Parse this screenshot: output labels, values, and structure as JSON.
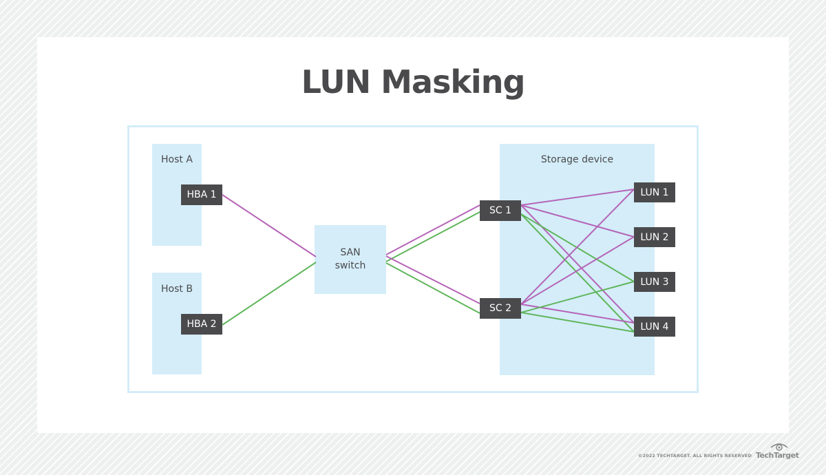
{
  "title": "LUN Masking",
  "colors": {
    "host_path_a": "#b564b7",
    "host_path_b": "#5fb55a",
    "container_fill": "#d4edf9",
    "node_fill": "#4a4a4c"
  },
  "hosts": [
    {
      "id": "host-a",
      "label": "Host A",
      "hba": {
        "id": "hba-1",
        "label": "HBA 1"
      }
    },
    {
      "id": "host-b",
      "label": "Host B",
      "hba": {
        "id": "hba-2",
        "label": "HBA 2"
      }
    }
  ],
  "switch": {
    "line1": "SAN",
    "line2": "switch"
  },
  "storage": {
    "label": "Storage device",
    "controllers": [
      {
        "id": "sc-1",
        "label": "SC 1"
      },
      {
        "id": "sc-2",
        "label": "SC 2"
      }
    ],
    "luns": [
      {
        "id": "lun-1",
        "label": "LUN 1"
      },
      {
        "id": "lun-2",
        "label": "LUN 2"
      },
      {
        "id": "lun-3",
        "label": "LUN 3"
      },
      {
        "id": "lun-4",
        "label": "LUN 4"
      }
    ]
  },
  "connections": [
    {
      "from": "hba-1",
      "to": "san-switch",
      "path": "A"
    },
    {
      "from": "hba-2",
      "to": "san-switch",
      "path": "B"
    },
    {
      "from": "san-switch",
      "to": "sc-1",
      "path": "A"
    },
    {
      "from": "san-switch",
      "to": "sc-1",
      "path": "B"
    },
    {
      "from": "san-switch",
      "to": "sc-2",
      "path": "A"
    },
    {
      "from": "san-switch",
      "to": "sc-2",
      "path": "B"
    },
    {
      "from": "sc-1",
      "to": "lun-1",
      "path": "A"
    },
    {
      "from": "sc-1",
      "to": "lun-2",
      "path": "A"
    },
    {
      "from": "sc-1",
      "to": "lun-4",
      "path": "A"
    },
    {
      "from": "sc-1",
      "to": "lun-3",
      "path": "B"
    },
    {
      "from": "sc-1",
      "to": "lun-4",
      "path": "B"
    },
    {
      "from": "sc-2",
      "to": "lun-1",
      "path": "A"
    },
    {
      "from": "sc-2",
      "to": "lun-2",
      "path": "A"
    },
    {
      "from": "sc-2",
      "to": "lun-4",
      "path": "A"
    },
    {
      "from": "sc-2",
      "to": "lun-3",
      "path": "B"
    },
    {
      "from": "sc-2",
      "to": "lun-4",
      "path": "B"
    }
  ],
  "footer": {
    "copyright": "©2022 TECHTARGET. ALL RIGHTS RESERVED",
    "brand": "TechTarget",
    "logo_icon": "eye-icon"
  }
}
